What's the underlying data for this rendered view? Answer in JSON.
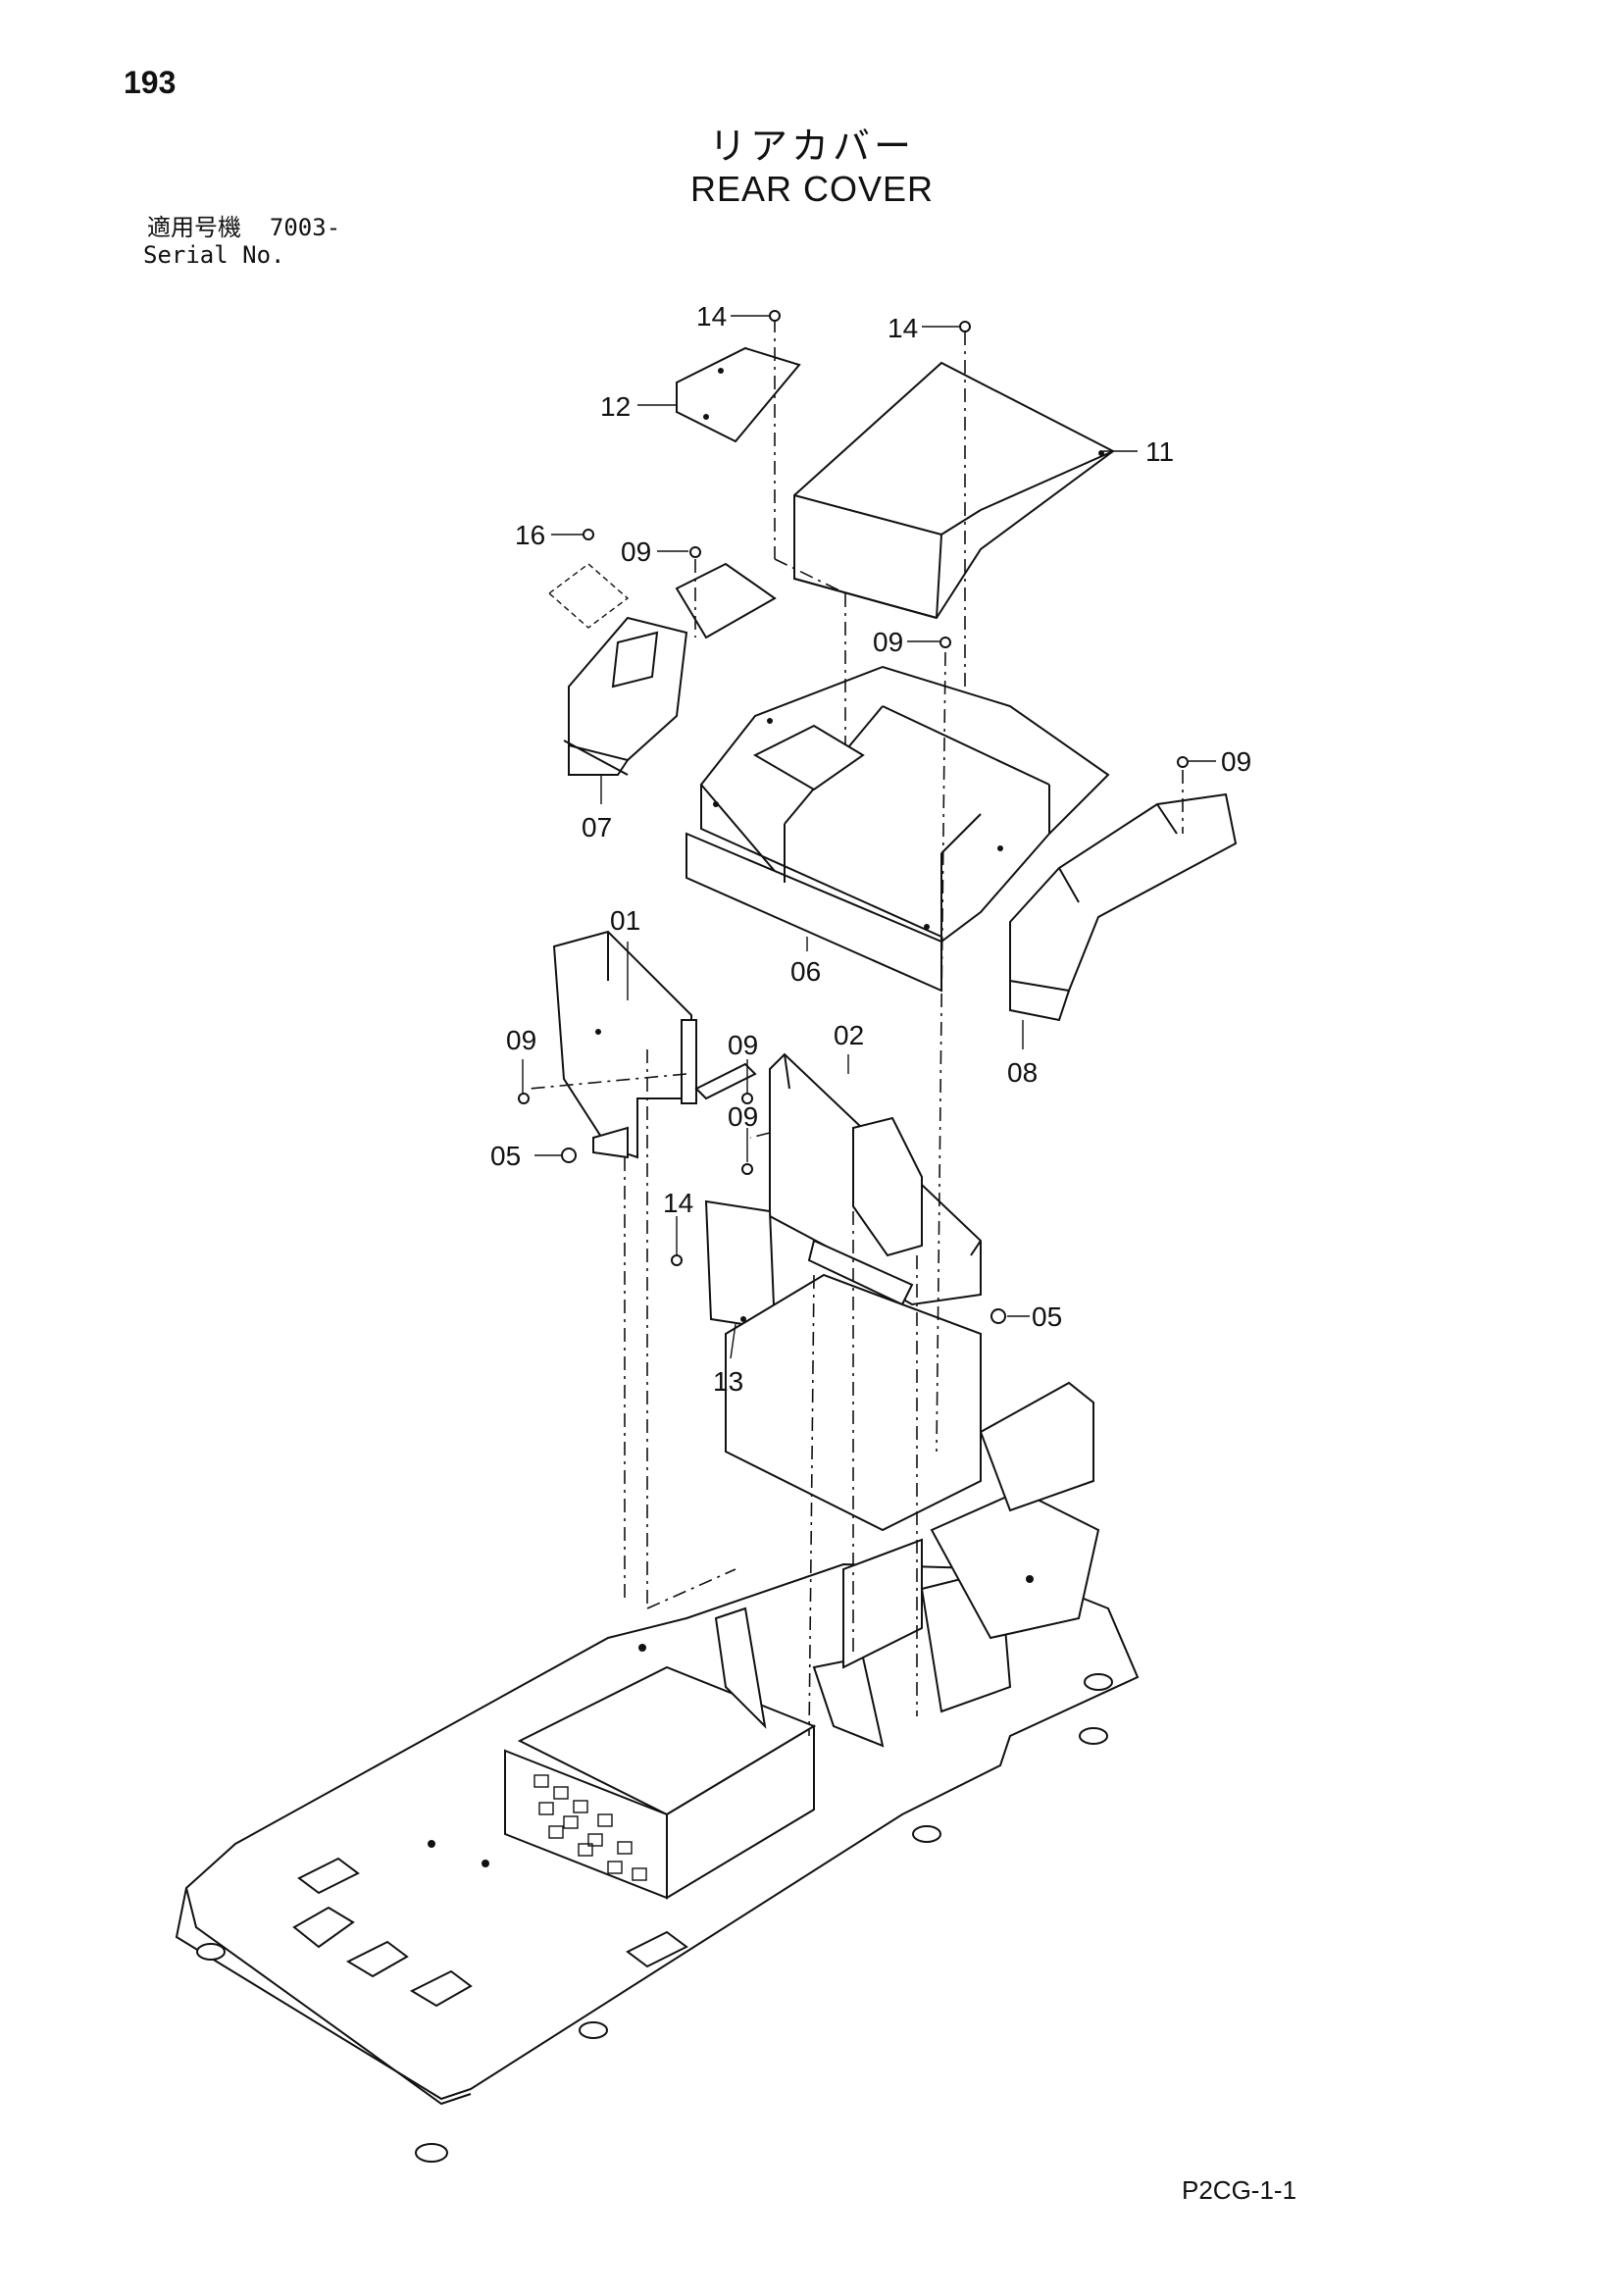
{
  "page_number": "193",
  "title_jp": "リアカバー",
  "title_en": "REAR COVER",
  "serial": {
    "label_jp": "適用号機",
    "value": "7003-",
    "label_en": "Serial No."
  },
  "doc_code": "P2CG-1-1",
  "callouts": {
    "c14a": "14",
    "c14b": "14",
    "c14c": "14",
    "c12": "12",
    "c11": "11",
    "c16": "16",
    "c09a": "09",
    "c09b": "09",
    "c09c": "09",
    "c09d": "09",
    "c09e": "09",
    "c09f": "09",
    "c07": "07",
    "c06": "06",
    "c08": "08",
    "c01": "01",
    "c02": "02",
    "c05a": "05",
    "c05b": "05",
    "c13": "13"
  }
}
